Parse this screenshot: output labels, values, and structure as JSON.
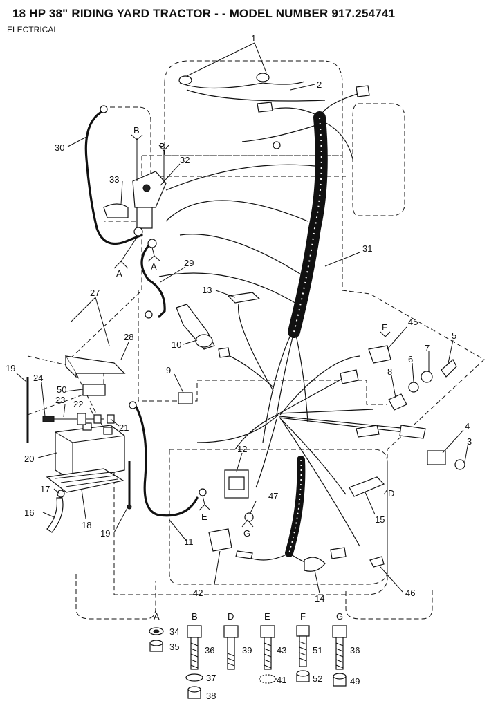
{
  "header": {
    "title": "18 HP 38\" RIDING YARD TRACTOR - - MODEL NUMBER 917.254741",
    "section": "ELECTRICAL"
  },
  "reference_letters": {
    "A": "A",
    "B": "B",
    "D": "D",
    "E": "E",
    "F": "F",
    "G": "G"
  },
  "callouts": {
    "c1": "1",
    "c2": "2",
    "c3": "3",
    "c4": "4",
    "c5": "5",
    "c6": "6",
    "c7": "7",
    "c8": "8",
    "c9": "9",
    "c10": "10",
    "c11": "11",
    "c12": "12",
    "c13": "13",
    "c14": "14",
    "c15": "15",
    "c16": "16",
    "c17": "17",
    "c18": "18",
    "c19a": "19",
    "c19b": "19",
    "c20": "20",
    "c21": "21",
    "c22": "22",
    "c23": "23",
    "c24": "24",
    "c27": "27",
    "c28": "28",
    "c29": "29",
    "c30": "30",
    "c31": "31",
    "c32": "32",
    "c33": "33",
    "c34": "34",
    "c35": "35",
    "c36a": "36",
    "c36b": "36",
    "c37": "37",
    "c38": "38",
    "c39": "39",
    "c41": "41",
    "c42": "42",
    "c43": "43",
    "c45": "45",
    "c46": "46",
    "c47": "47",
    "c49": "49",
    "c50": "50",
    "c51": "51",
    "c52": "52"
  },
  "hardware_legend": {
    "A": "A",
    "B": "B",
    "D": "D",
    "E": "E",
    "F": "F",
    "G": "G"
  }
}
